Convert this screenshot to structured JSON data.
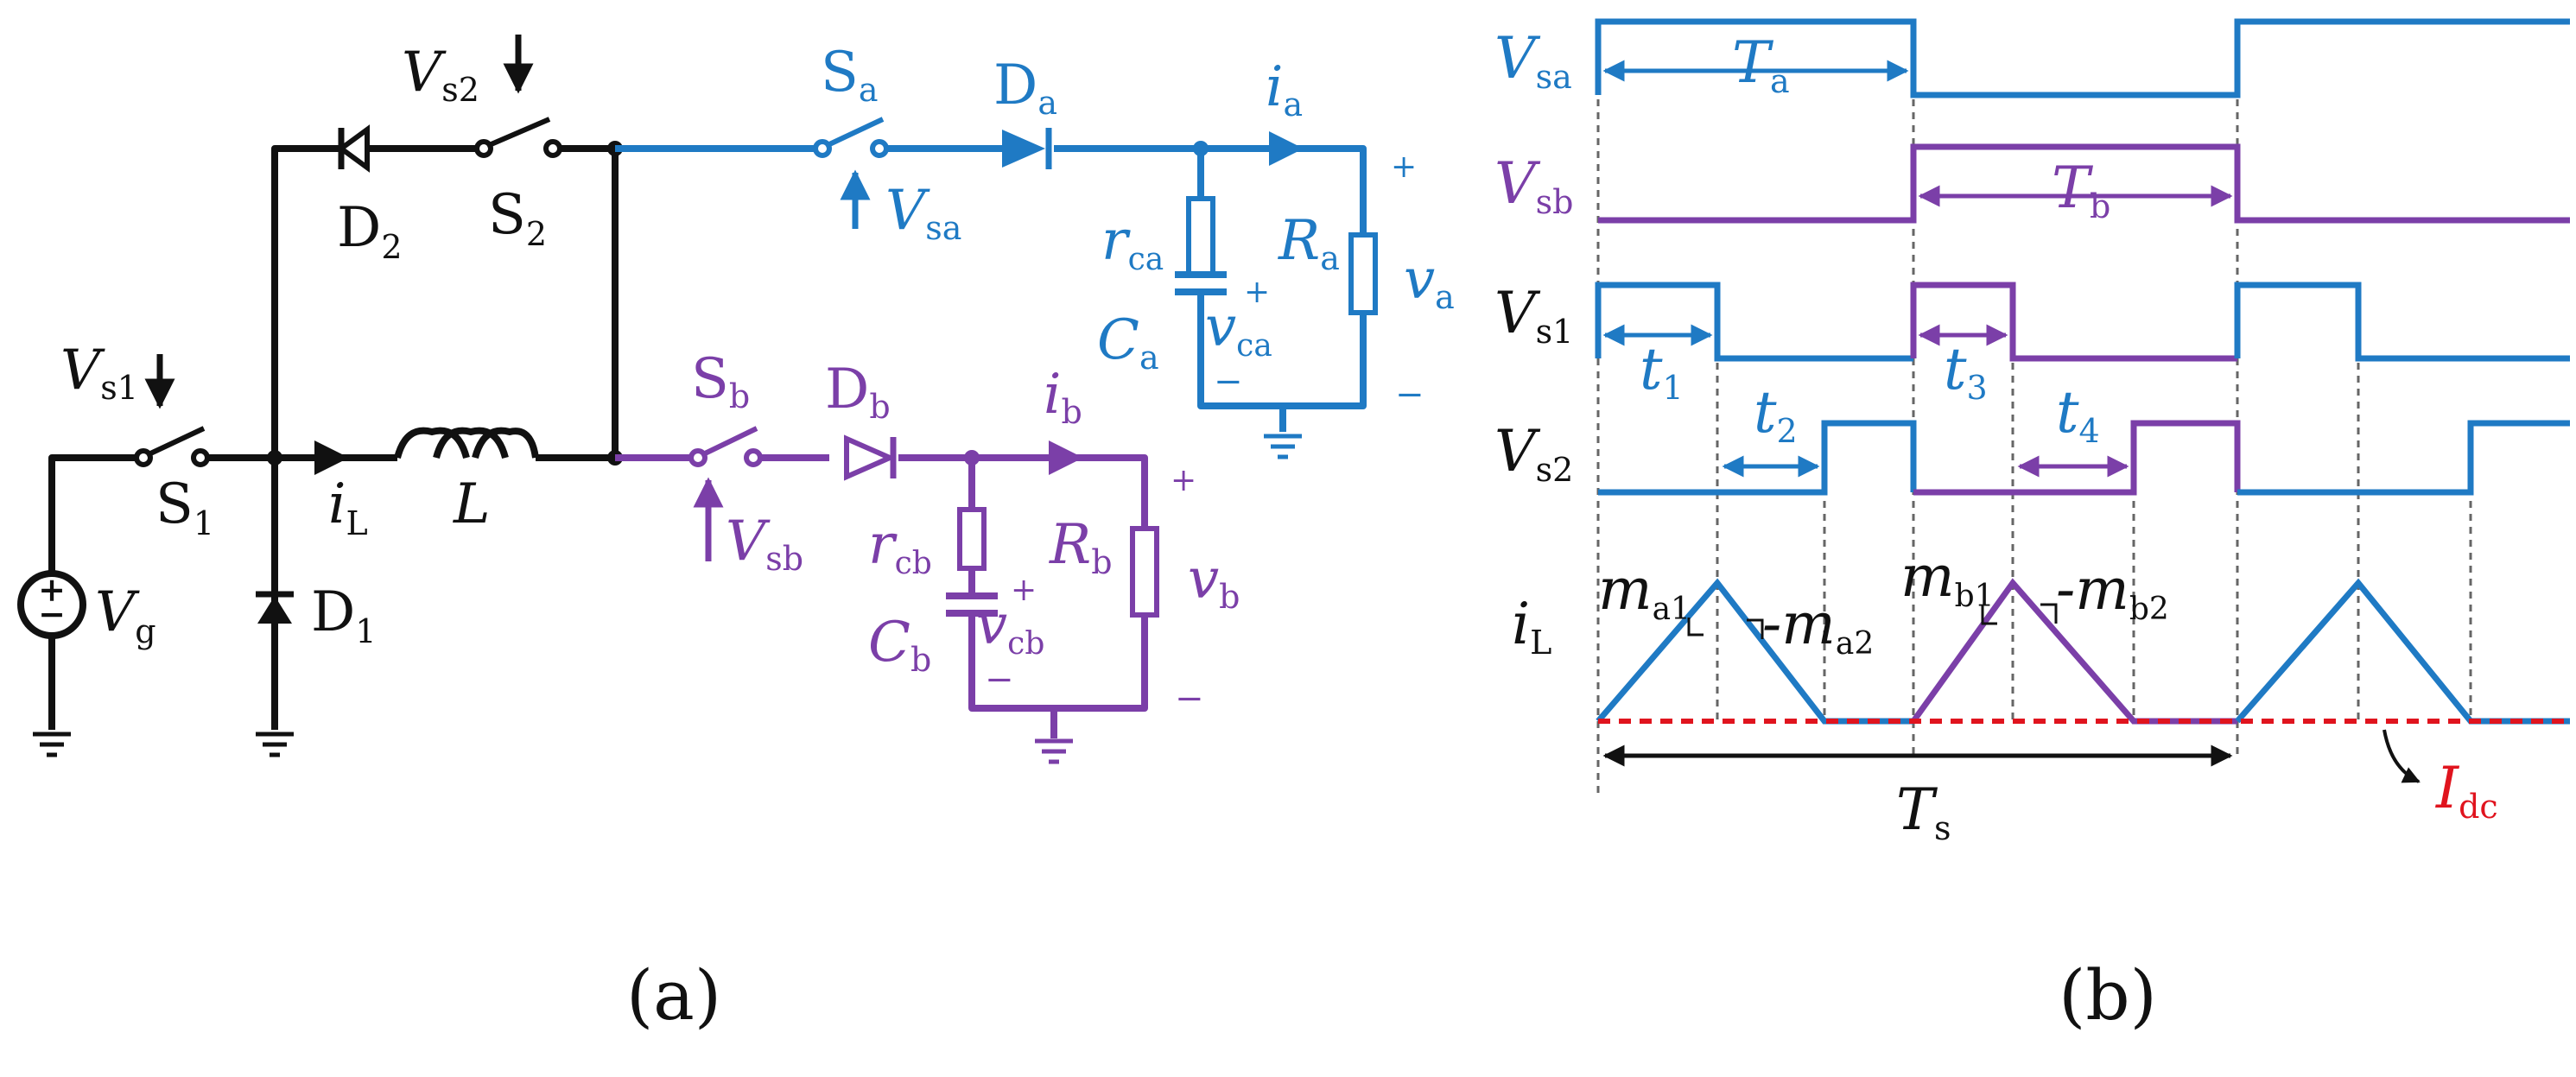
{
  "colors": {
    "black": "#111111",
    "blue": "#1f7ac4",
    "purple": "#7b3fa8",
    "red": "#e0141e"
  },
  "circuit": {
    "Vs2": {
      "main": "V",
      "sub": "s2"
    },
    "S2": {
      "main": "S",
      "sub": "2"
    },
    "D2": {
      "main": "D",
      "sub": "2"
    },
    "Sa": {
      "main": "S",
      "sub": "a"
    },
    "Da": {
      "main": "D",
      "sub": "a"
    },
    "ia": {
      "main": "i",
      "sub": "a"
    },
    "Vsa": {
      "main": "V",
      "sub": "sa"
    },
    "rca": {
      "main": "r",
      "sub": "ca"
    },
    "Ra": {
      "main": "R",
      "sub": "a"
    },
    "va": {
      "main": "v",
      "sub": "a"
    },
    "Ca": {
      "main": "C",
      "sub": "a"
    },
    "vca": {
      "main": "v",
      "sub": "ca"
    },
    "Vs1": {
      "main": "V",
      "sub": "s1"
    },
    "S1": {
      "main": "S",
      "sub": "1"
    },
    "iL": {
      "main": "i",
      "sub": "L"
    },
    "L": "L",
    "Vg": {
      "main": "V",
      "sub": "g"
    },
    "D1": {
      "main": "D",
      "sub": "1"
    },
    "Sb": {
      "main": "S",
      "sub": "b"
    },
    "Db": {
      "main": "D",
      "sub": "b"
    },
    "ib": {
      "main": "i",
      "sub": "b"
    },
    "Vsb": {
      "main": "V",
      "sub": "sb"
    },
    "rcb": {
      "main": "r",
      "sub": "cb"
    },
    "Rb": {
      "main": "R",
      "sub": "b"
    },
    "vb": {
      "main": "v",
      "sub": "b"
    },
    "Cb": {
      "main": "C",
      "sub": "b"
    },
    "vcb": {
      "main": "v",
      "sub": "cb"
    },
    "plus": "+",
    "minus": "−",
    "caption": "(a)"
  },
  "waveforms": {
    "Vsa": {
      "main": "V",
      "sub": "sa"
    },
    "Ta": {
      "main": "T",
      "sub": "a"
    },
    "Vsb": {
      "main": "V",
      "sub": "sb"
    },
    "Tb": {
      "main": "T",
      "sub": "b"
    },
    "Vs1": {
      "main": "V",
      "sub": "s1"
    },
    "t1": {
      "main": "t",
      "sub": "1"
    },
    "t3": {
      "main": "t",
      "sub": "3"
    },
    "Vs2": {
      "main": "V",
      "sub": "s2"
    },
    "t2": {
      "main": "t",
      "sub": "2"
    },
    "t4": {
      "main": "t",
      "sub": "4"
    },
    "iL": {
      "main": "i",
      "sub": "L"
    },
    "ma1": {
      "main": "m",
      "sub": "a1"
    },
    "ma2": {
      "main": "-m",
      "sub": "a2"
    },
    "mb1": {
      "main": "m",
      "sub": "b1"
    },
    "mb2": {
      "main": "-m",
      "sub": "b2"
    },
    "Ts": {
      "main": "T",
      "sub": "s"
    },
    "Idc": {
      "main": "I",
      "sub": "dc"
    },
    "caption": "(b)"
  }
}
